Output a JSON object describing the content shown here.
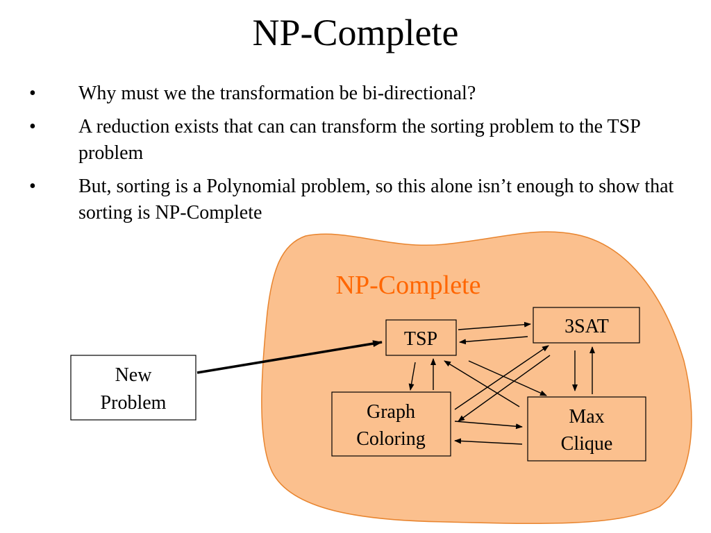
{
  "slide": {
    "title": "NP-Complete",
    "bullets": [
      "Why must we the transformation be bi-directional?",
      "A reduction exists that can can transform the sorting problem to the TSP problem",
      "But, sorting is a Polynomial problem, so this alone isn’t enough to show that sorting is NP-Complete"
    ],
    "bullet_symbol": "•"
  },
  "diagram": {
    "region_label": "NP-Complete",
    "region_fill": "#fbc08e",
    "region_label_color": "#ff6600",
    "nodes": {
      "tsp": [
        "TSP"
      ],
      "sat": [
        "3SAT"
      ],
      "graph_coloring": [
        "Graph",
        "Coloring"
      ],
      "max_clique": [
        "Max",
        "Clique"
      ],
      "new_problem": [
        "New",
        "Problem"
      ]
    }
  }
}
